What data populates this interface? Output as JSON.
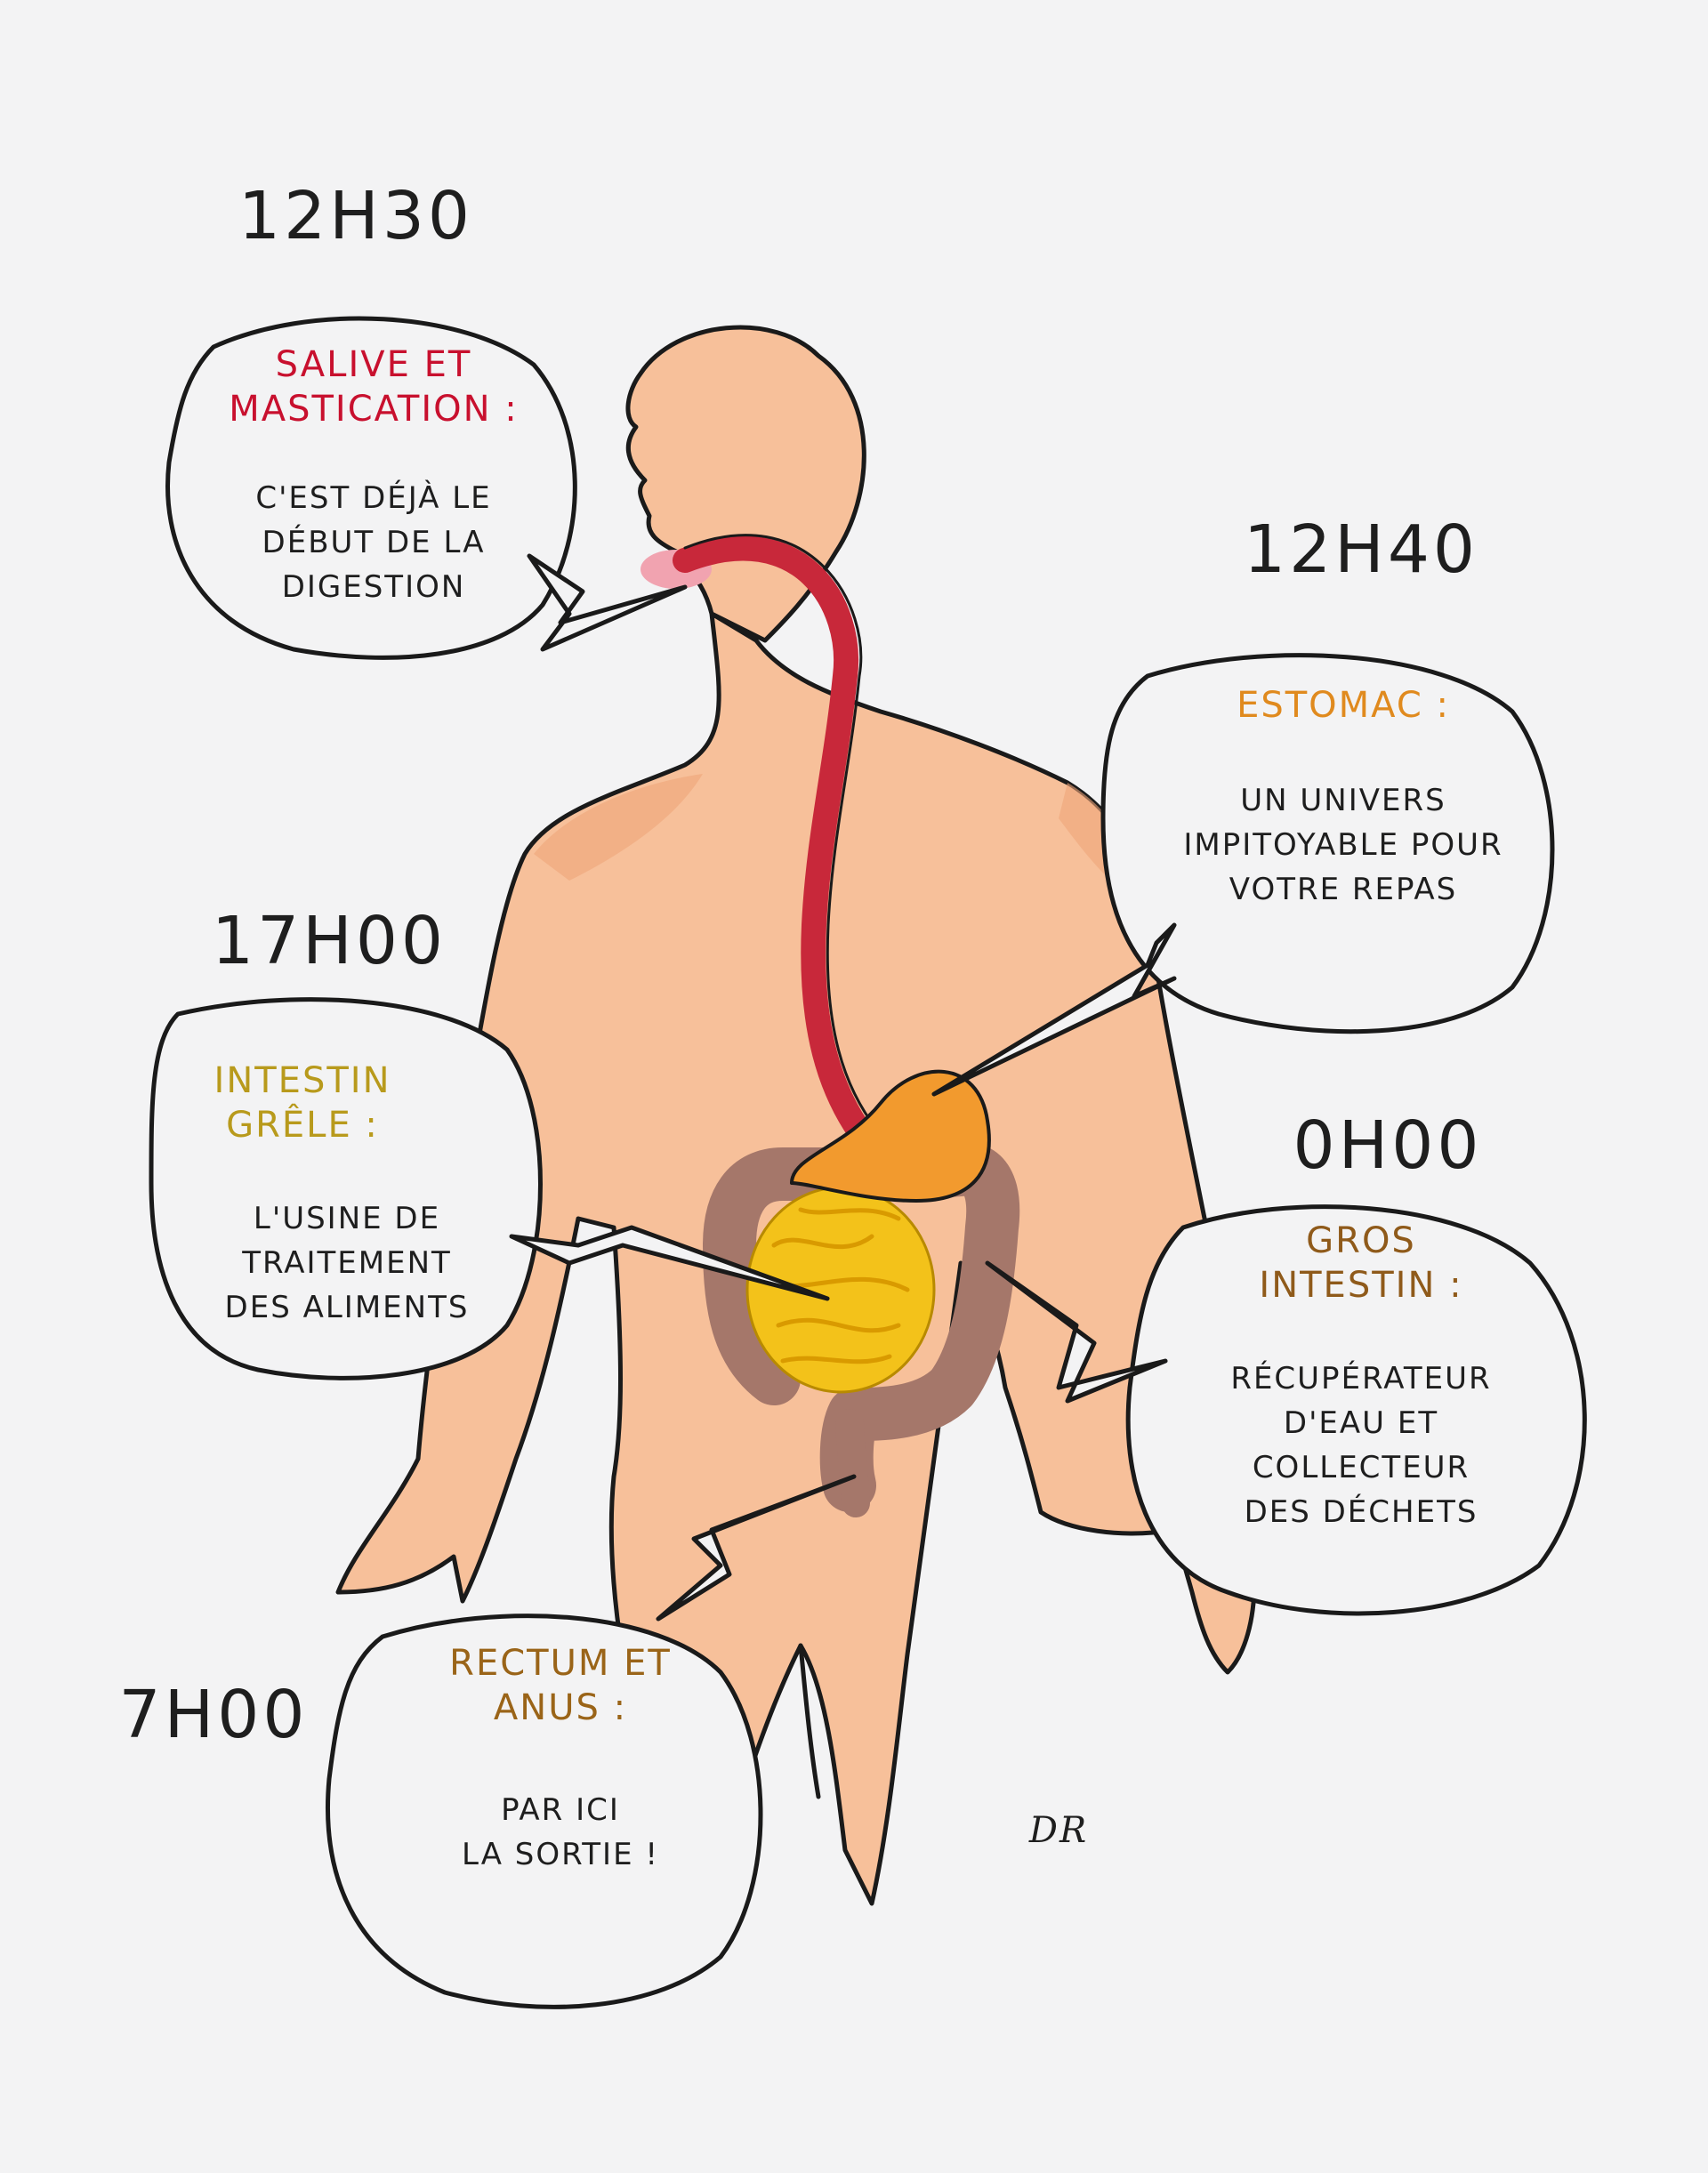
{
  "stages": [
    {
      "time": "12H30",
      "title": "Salive et mastication :",
      "text": [
        "C'est déjà le",
        "début de la",
        "digestion"
      ],
      "color": "#c8102e"
    },
    {
      "time": "12H40",
      "title": "Estomac :",
      "text": [
        "Un univers",
        "impitoyable pour",
        "votre repas"
      ],
      "color": "#e08a1e"
    },
    {
      "time": "17H00",
      "title": "Intestin grêle :",
      "text": [
        "L'usine de",
        "traitement",
        "des aliments"
      ],
      "color": "#b89a1c"
    },
    {
      "time": "0H00",
      "title": "Gros intestin :",
      "text": [
        "Récupérateur",
        "d'eau et",
        "collecteur",
        "des déchets"
      ],
      "color": "#8f5a1a"
    },
    {
      "time": "7H00",
      "title": "Rectum et anus :",
      "text": [
        "Par ici",
        "la sortie !"
      ],
      "color": "#9a6418"
    }
  ],
  "signature": "DR",
  "colors": {
    "skin": "#f7c09a",
    "skin_shadow": "#eea57a",
    "esophagus": "#c8283a",
    "stomach": "#f29a2e",
    "small_intestine": "#f3c21a",
    "large_intestine": "#a5776a",
    "outline": "#1a1a1a"
  }
}
